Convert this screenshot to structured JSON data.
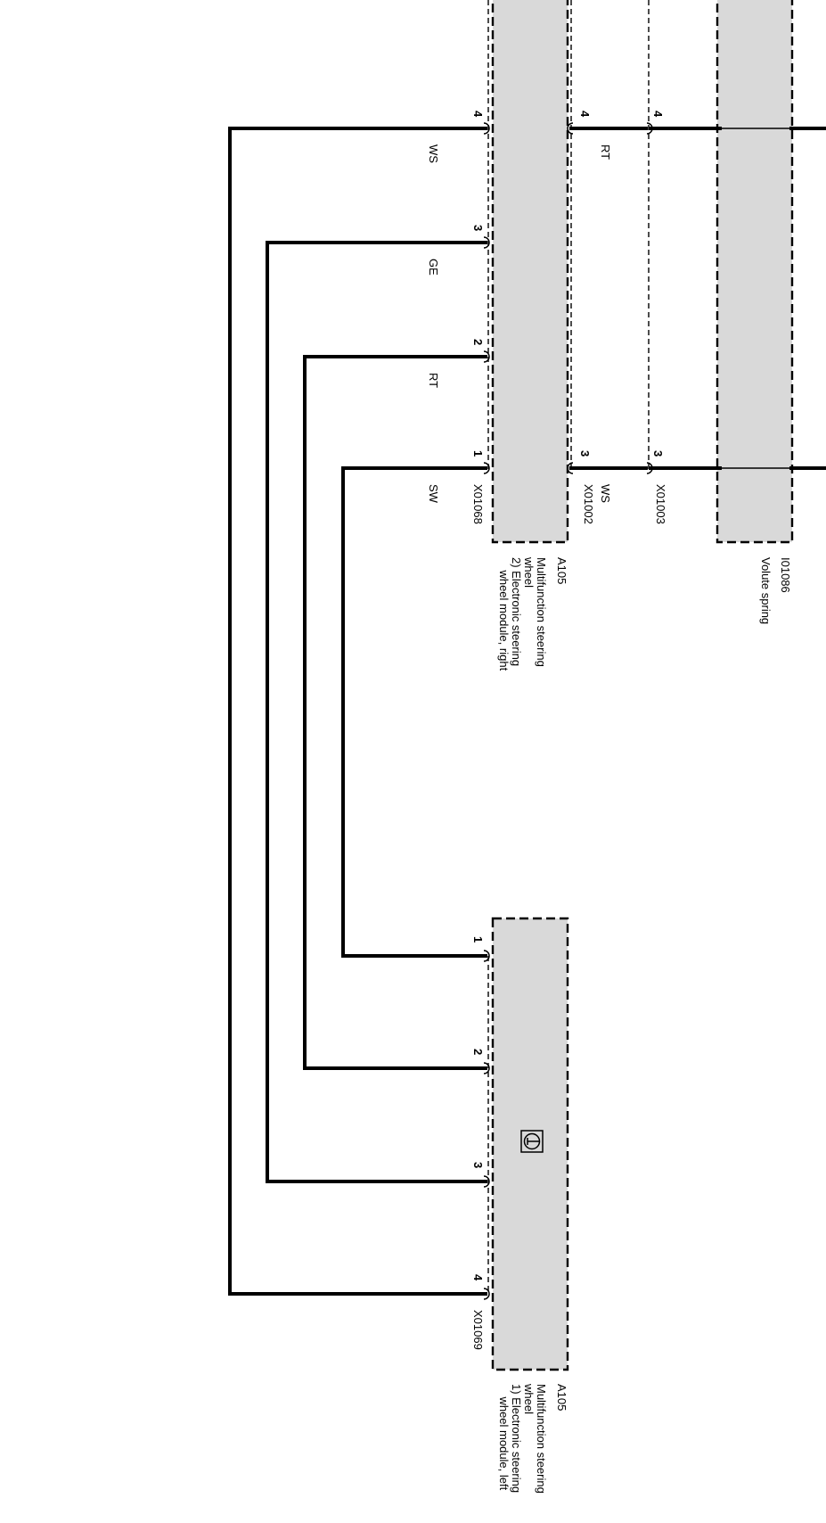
{
  "components": {
    "right_module": {
      "id": "A105",
      "lines": [
        "Multifunction steering",
        "wheel",
        "2) Electronic steering",
        "    wheel module, right"
      ]
    },
    "left_module": {
      "id": "A105",
      "lines": [
        "Multifunction steering",
        "wheel",
        "1) Electronic steering",
        "    wheel module, left"
      ]
    },
    "volute_spring": {
      "id": "I01086",
      "name": "Volute spring"
    }
  },
  "connectors": {
    "right_module": "X01068",
    "left_module": "X01069",
    "inner": "X01002",
    "outer": "X01003"
  },
  "pins": {
    "right_module": [
      "4",
      "3",
      "2",
      "1"
    ],
    "left_module": [
      "1",
      "2",
      "3",
      "4"
    ],
    "inner": [
      "4",
      "3"
    ],
    "outer": [
      "4",
      "3"
    ]
  },
  "wire_colors": {
    "loop": [
      "WS",
      "GE",
      "RT",
      "SW"
    ],
    "inner_pin4": "RT",
    "inner_pin3": "WS"
  },
  "symbol": "steering-wheel-symbol-icon"
}
